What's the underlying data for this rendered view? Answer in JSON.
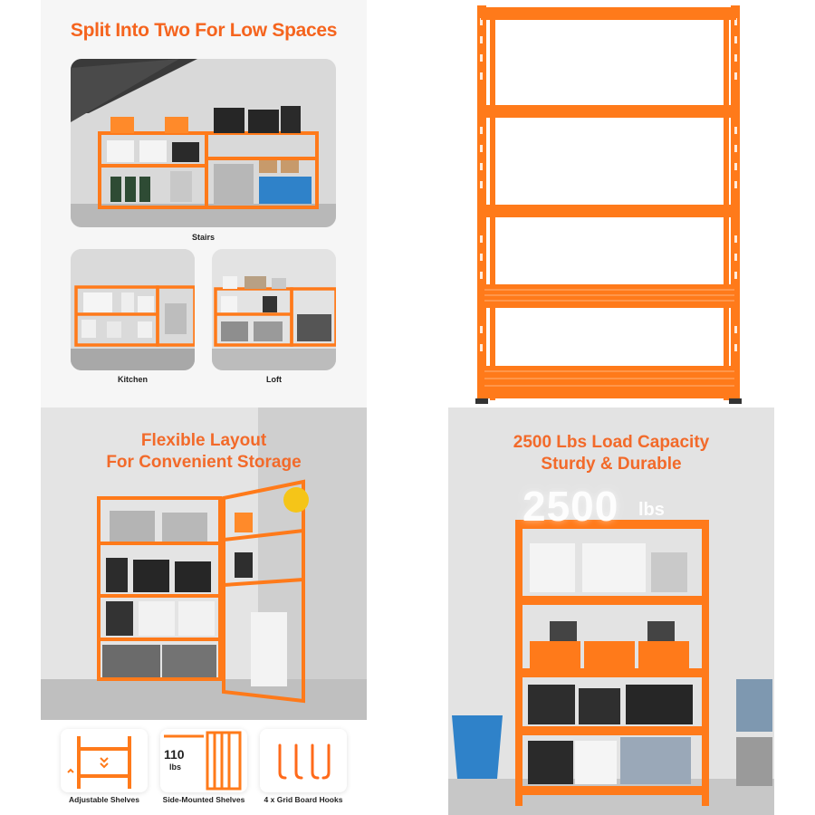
{
  "panel_split": {
    "title": "Split Into Two For Low Spaces",
    "captions": {
      "stairs": "Stairs",
      "kitchen": "Kitchen",
      "loft": "Loft"
    }
  },
  "panel_layout": {
    "title_line1": "Flexible Layout",
    "title_line2": "For Convenient Storage",
    "features": [
      {
        "label": "Adjustable Shelves"
      },
      {
        "label": "Side-Mounted Shelves",
        "badge_value": "110",
        "badge_unit": "lbs"
      },
      {
        "label": "4 x Grid Board Hooks"
      }
    ]
  },
  "panel_capacity": {
    "title_line1": "2500 Lbs Load Capacity",
    "title_line2": "Sturdy & Durable",
    "big_number": "2500",
    "big_unit": "lbs"
  },
  "colors": {
    "brand_orange": "#f5641e",
    "frame_orange": "#ff7a1a",
    "cooler_blue": "#2f82c9"
  }
}
